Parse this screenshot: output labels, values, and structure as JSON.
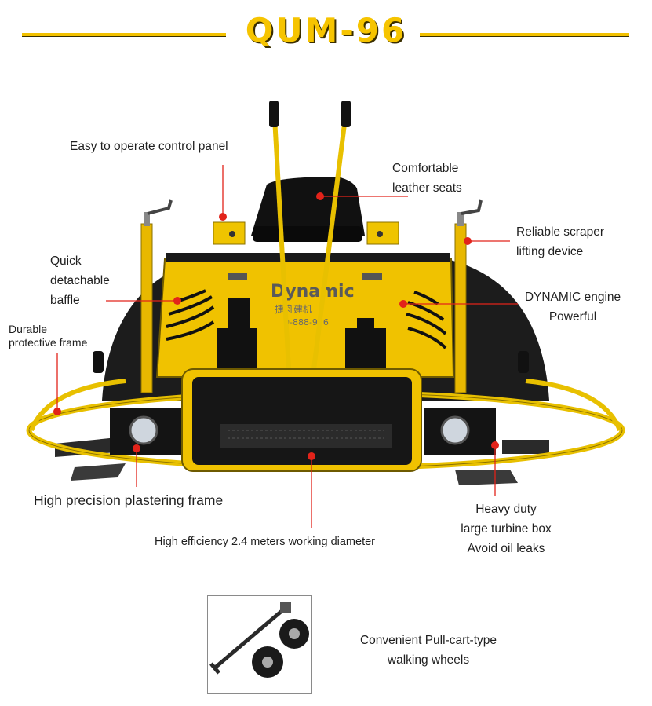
{
  "title": "QUM-96",
  "colors": {
    "brand_yellow": "#f2c100",
    "callout_red": "#e2231a",
    "frame_black": "#111111"
  },
  "machine_text": {
    "brand": "Dynamic",
    "brand_cn": "捷舟建机",
    "phone": "0-888-936"
  },
  "callouts": {
    "control_panel": "Easy to operate control panel",
    "seats_1": "Comfortable",
    "seats_2": "leather seats",
    "scraper_1": "Reliable scraper",
    "scraper_2": "lifting device",
    "baffle_1": "Quick",
    "baffle_2": "detachable",
    "baffle_3": "baffle",
    "engine_1": "DYNAMIC engine",
    "engine_2": "Powerful",
    "frame_1": "Durable",
    "frame_2": "protective frame",
    "plaster": "High precision plastering frame",
    "turbine_1": "Heavy duty",
    "turbine_2": "large turbine box",
    "turbine_3": "Avoid oil leaks",
    "diameter": "High efficiency 2.4 meters working diameter",
    "wheels_1": "Convenient Pull-cart-type",
    "wheels_2": "walking wheels"
  }
}
